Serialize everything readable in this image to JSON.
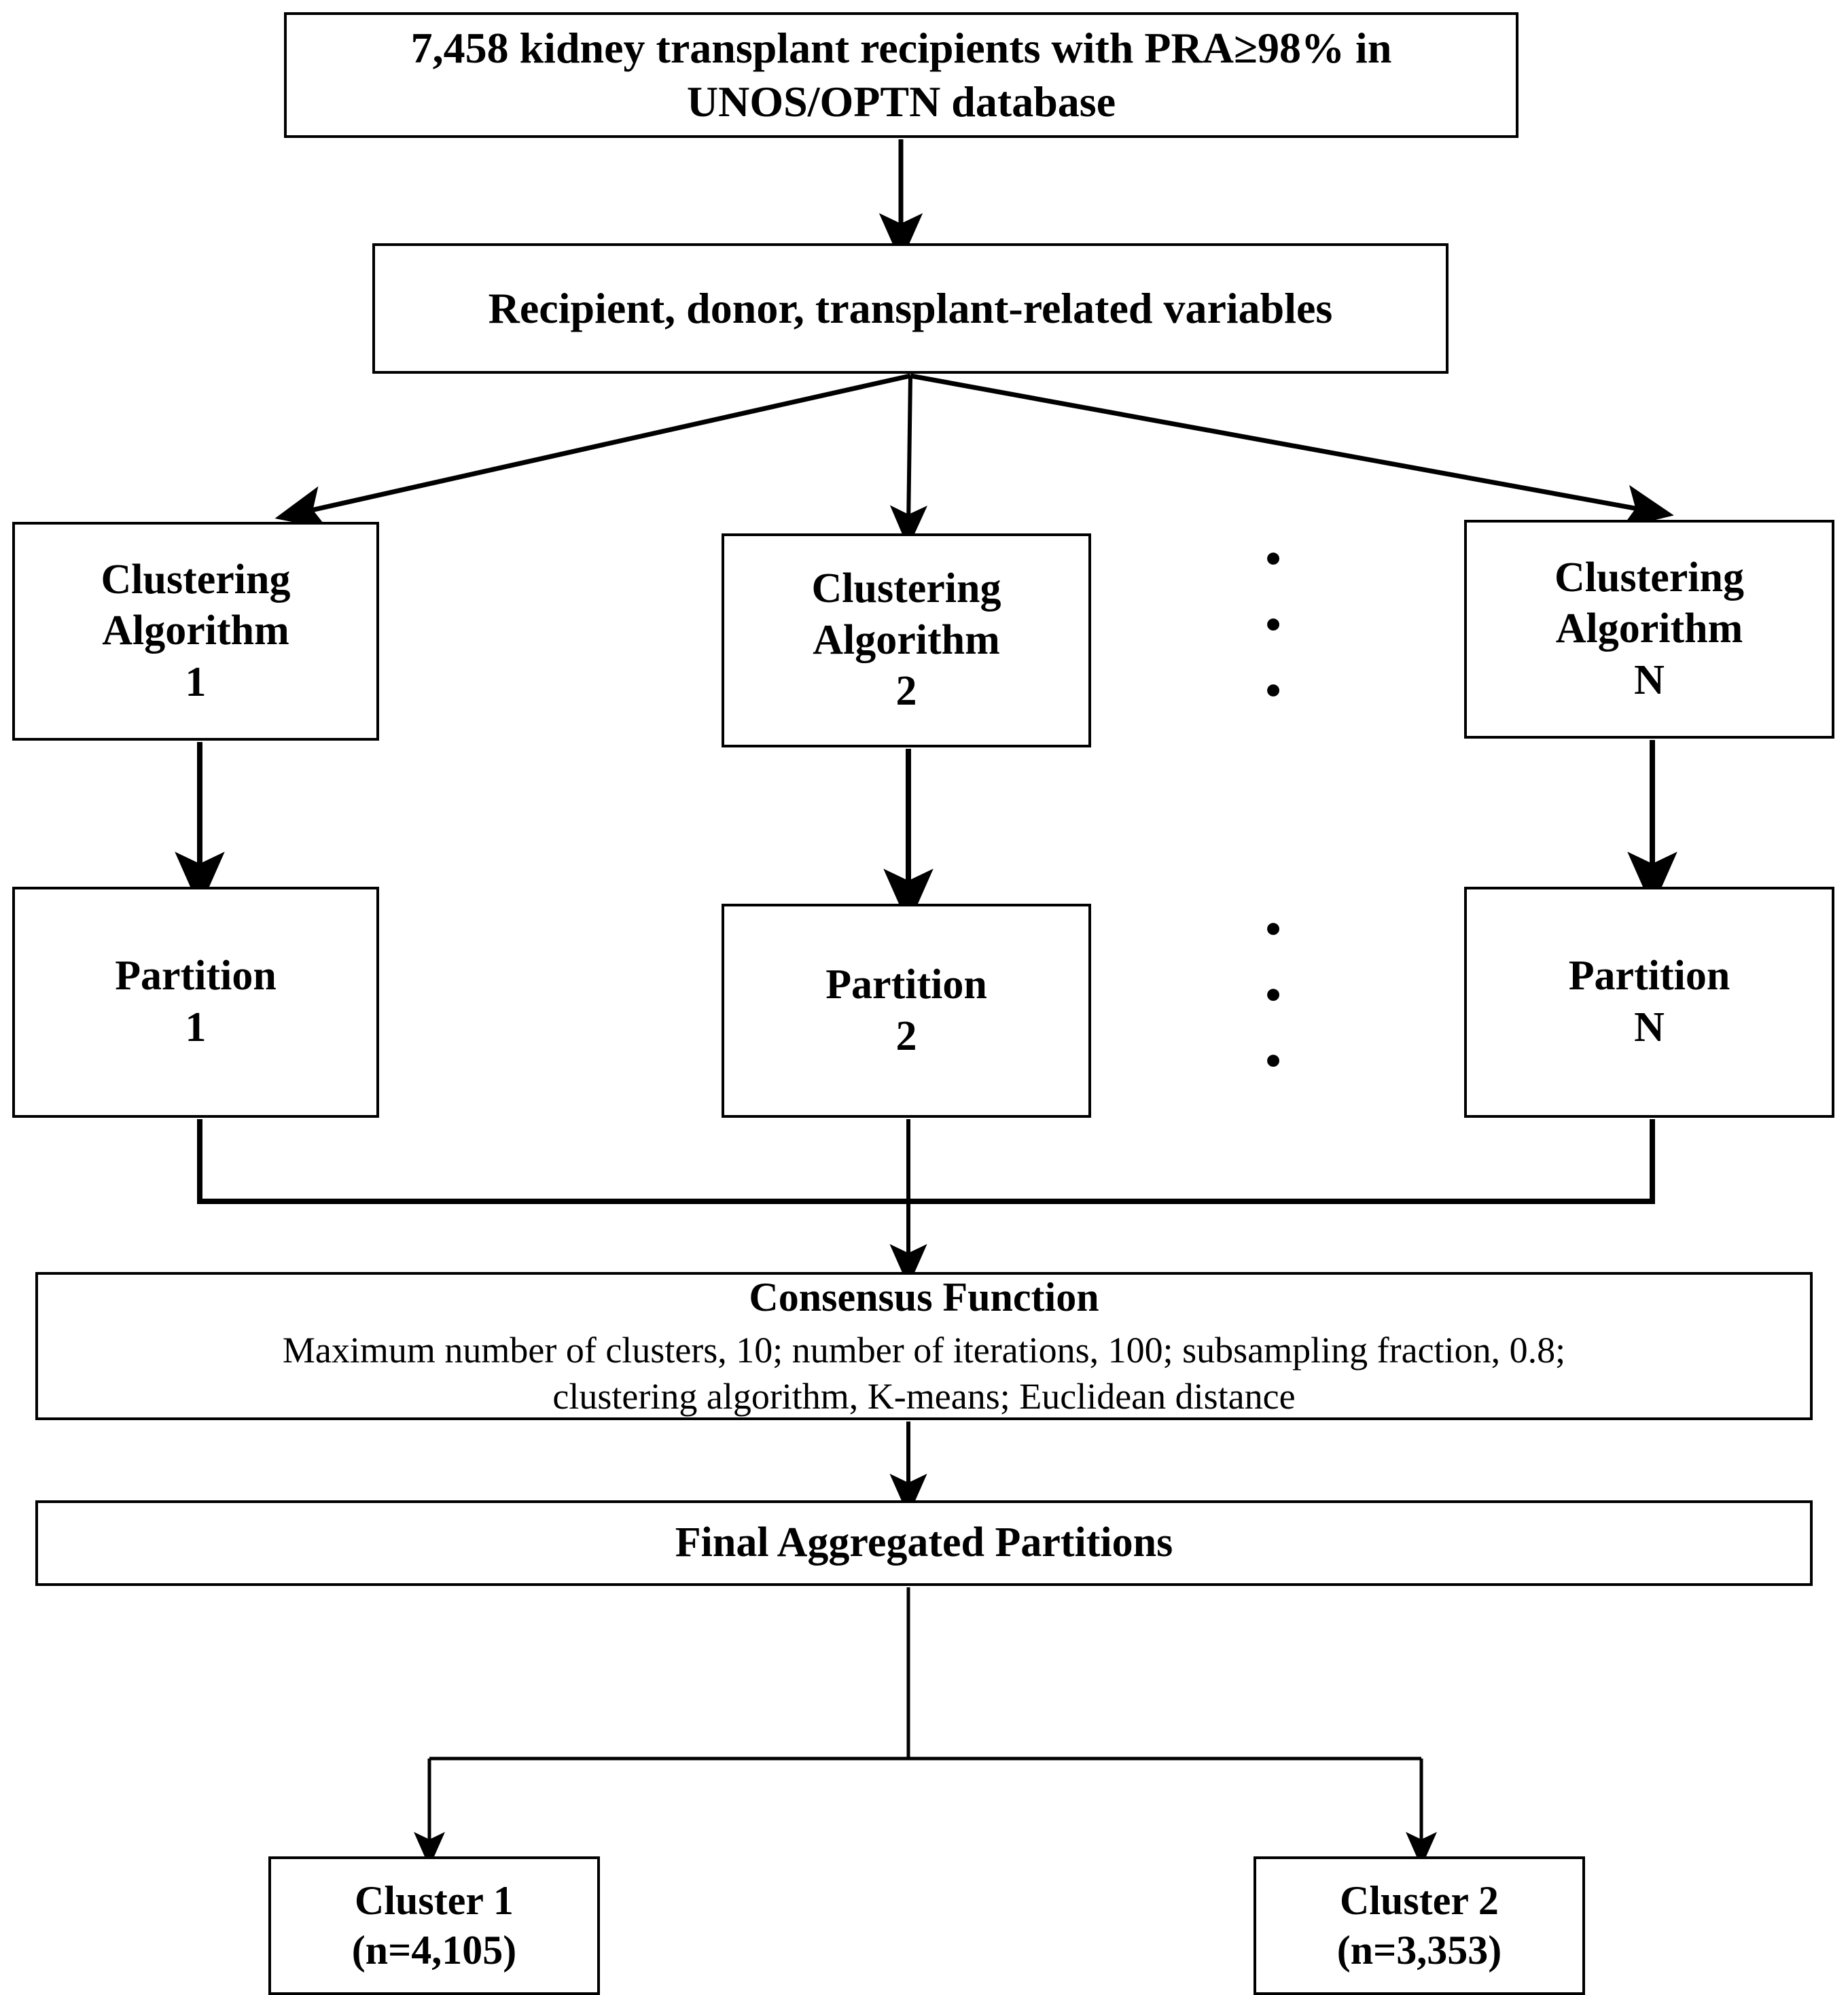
{
  "diagram": {
    "title": "Consensus clustering flow diagram",
    "colors": {
      "stroke": "#000000",
      "background": "#ffffff",
      "text": "#000000"
    },
    "nodes": {
      "cohort": {
        "line1": "7,458 kidney transplant recipients with PRA≥98% in",
        "line2": "UNOS/OPTN database"
      },
      "variables": {
        "line1": "Recipient, donor, transplant-related variables"
      },
      "algo_1": {
        "line1": "Clustering",
        "line2": "Algorithm",
        "line3": "1"
      },
      "algo_2": {
        "line1": "Clustering",
        "line2": "Algorithm",
        "line3": "2"
      },
      "algo_n": {
        "line1": "Clustering",
        "line2": "Algorithm",
        "line3": "N"
      },
      "partition_1": {
        "line1": "Partition",
        "line2": "1"
      },
      "partition_2": {
        "line1": "Partition",
        "line2": "2"
      },
      "partition_n": {
        "line1": "Partition",
        "line2": "N"
      },
      "consensus": {
        "title": "Consensus Function",
        "detail_line1": "Maximum number of clusters, 10; number of iterations, 100; subsampling fraction, 0.8;",
        "detail_line2": "clustering algorithm, K-means; Euclidean distance"
      },
      "final": {
        "line1": "Final Aggregated Partitions"
      },
      "cluster_1": {
        "line1": "Cluster 1",
        "line2": "(n=4,105)"
      },
      "cluster_2": {
        "line1": "Cluster 2",
        "line2": "(n=3,353)"
      }
    },
    "ellipsis": {
      "glyph": "•",
      "repeat_label": "vertical-ellipsis"
    }
  }
}
